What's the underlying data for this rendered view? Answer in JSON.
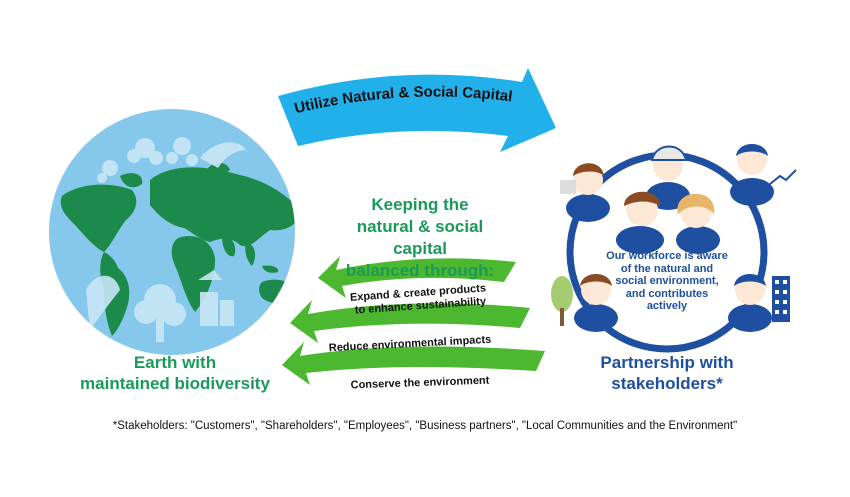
{
  "top_arrow": {
    "label": "Utilize Natural & Social Capital"
  },
  "center": {
    "title_lines": [
      "Keeping the",
      "natural & social capital",
      "balanced through:"
    ]
  },
  "actions": [
    {
      "label_lines": [
        "Expand & create products",
        "to enhance sustainability"
      ]
    },
    {
      "label_lines": [
        "Reduce environmental impacts"
      ]
    },
    {
      "label_lines": [
        "Conserve the environment"
      ]
    }
  ],
  "earth": {
    "caption_lines": [
      "Earth with",
      "maintained biodiversity"
    ]
  },
  "partnership": {
    "caption_lines": [
      "Partnership with",
      "stakeholders*"
    ],
    "workforce_lines": [
      "Our workforce is aware",
      "of the natural and",
      "social environment,",
      "and contributes",
      "actively"
    ]
  },
  "footnote": "*Stakeholders: \"Customers\", \"Shareholders\", \"Employees\", \"Business partners\", \"Local Communities and the Environment\"",
  "colors": {
    "earth_water": "#86c8ec",
    "earth_land": "#1b8a4a",
    "earth_light": "#c8e6f6",
    "top_arrow": "#22b0ea",
    "green_arrow": "#4cb82f",
    "green_text": "#1a9a5a",
    "blue_text": "#1e4fa0",
    "ring": "#1e4fa0"
  }
}
